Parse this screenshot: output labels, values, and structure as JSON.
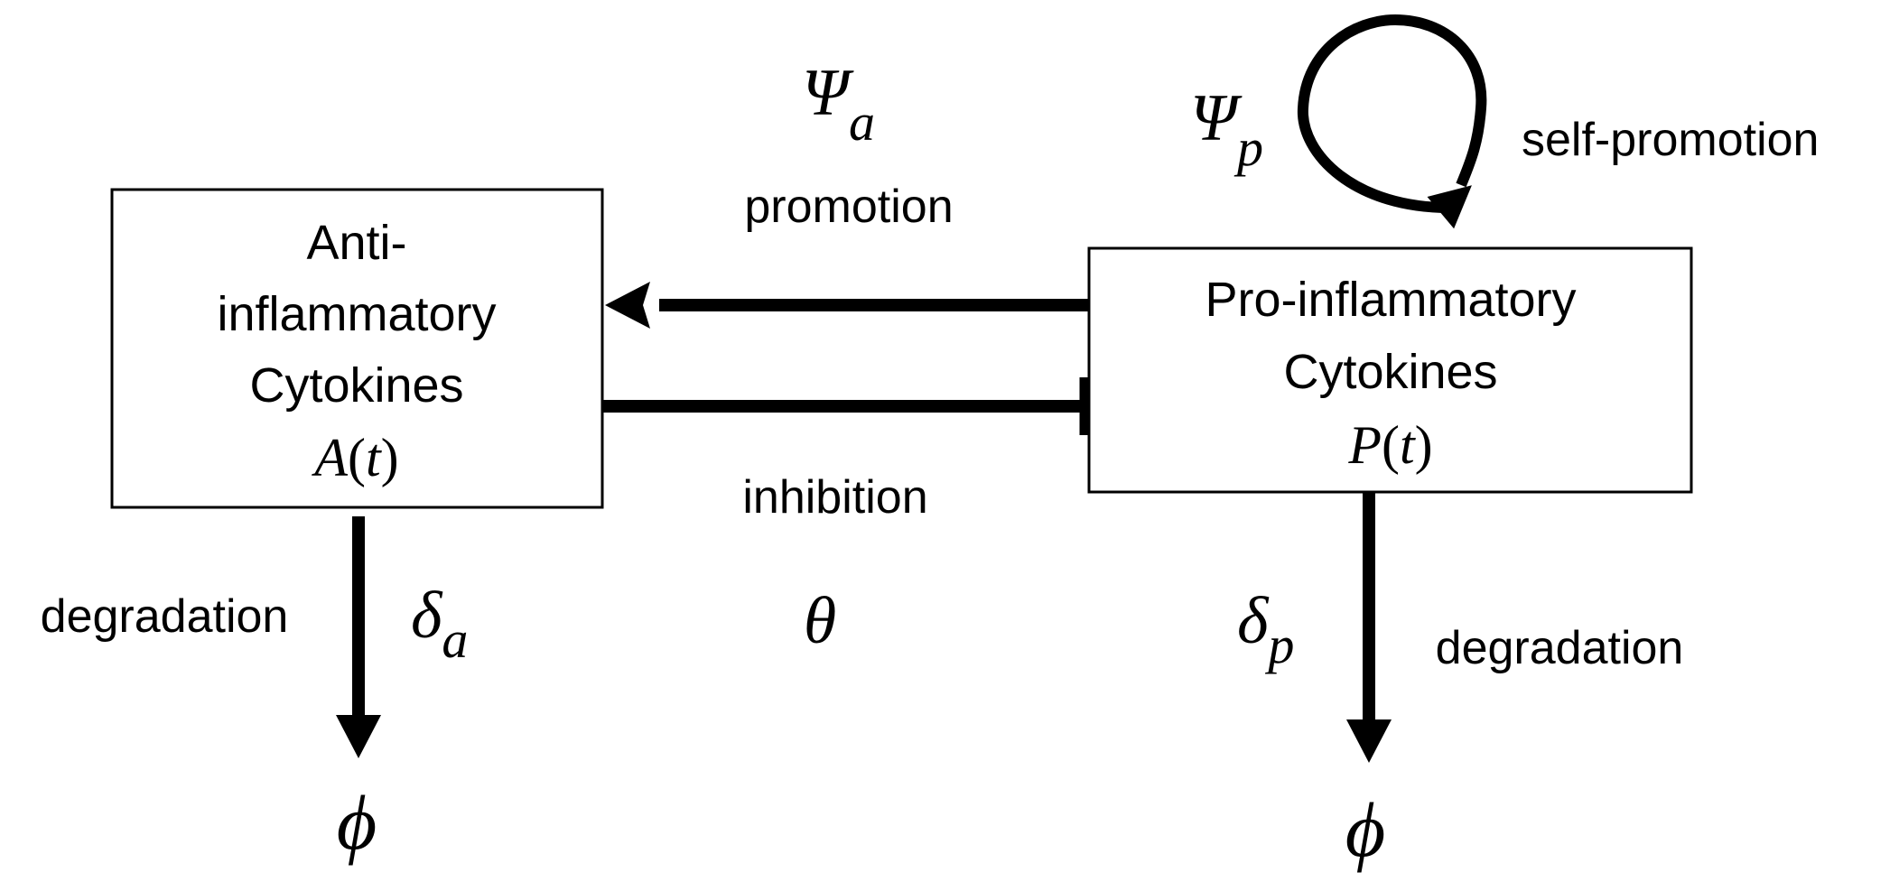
{
  "nodes": {
    "anti": {
      "line1": "Anti-",
      "line2": "inflammatory",
      "line3": "Cytokines",
      "symbol": "A",
      "arg": "t"
    },
    "pro": {
      "line1": "Pro-inflammatory",
      "line2": "Cytokines",
      "symbol": "P",
      "arg": "t"
    }
  },
  "edges": {
    "promotion": {
      "label": "promotion",
      "symbol": "Ψ",
      "sub": "a"
    },
    "inhibition": {
      "label": "inhibition",
      "symbol": "θ"
    },
    "self_promotion": {
      "label": "self-promotion",
      "symbol": "Ψ",
      "sub": "p"
    },
    "degradation_a": {
      "label": "degradation",
      "symbol": "δ",
      "sub": "a",
      "sink": "ϕ"
    },
    "degradation_p": {
      "label": "degradation",
      "symbol": "δ",
      "sub": "p",
      "sink": "ϕ"
    }
  },
  "colors": {
    "stroke": "#000000",
    "background": "#ffffff"
  }
}
